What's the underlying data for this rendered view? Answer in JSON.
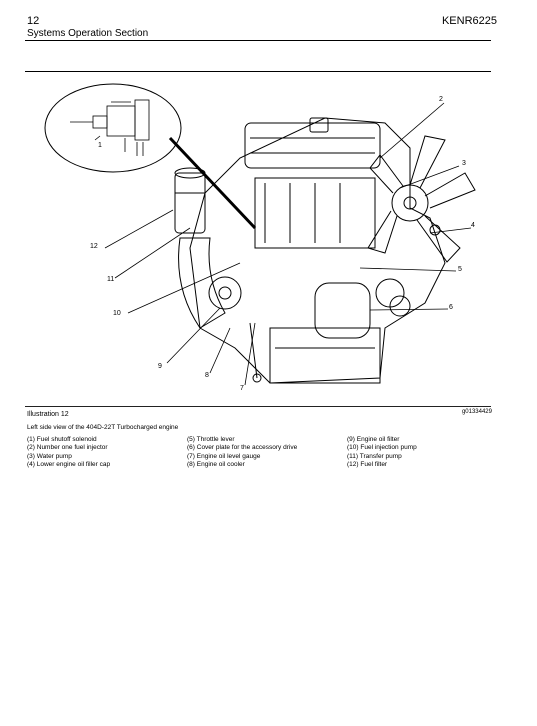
{
  "header": {
    "page_number": "12",
    "document_id": "KENR6225",
    "section_title": "Systems Operation Section"
  },
  "figure": {
    "callouts": [
      "1",
      "2",
      "3",
      "4",
      "5",
      "6",
      "7",
      "8",
      "9",
      "10",
      "11",
      "12"
    ],
    "illustration_label": "Illustration 12",
    "illustration_code": "g01334429",
    "caption": "Left side view of the 404D-22T Turbocharged engine"
  },
  "legend": {
    "col1": [
      "(1) Fuel shutoff solenoid",
      "(2) Number one fuel injector",
      "(3) Water pump",
      "(4) Lower engine oil filler cap"
    ],
    "col2": [
      "(5) Throttle lever",
      "(6) Cover plate for the accessory drive",
      "(7) Engine oil level gauge",
      "(8) Engine oil cooler"
    ],
    "col3": [
      "(9) Engine oil filter",
      "(10) Fuel injection pump",
      "(11) Transfer pump",
      "(12) Fuel filter"
    ]
  }
}
